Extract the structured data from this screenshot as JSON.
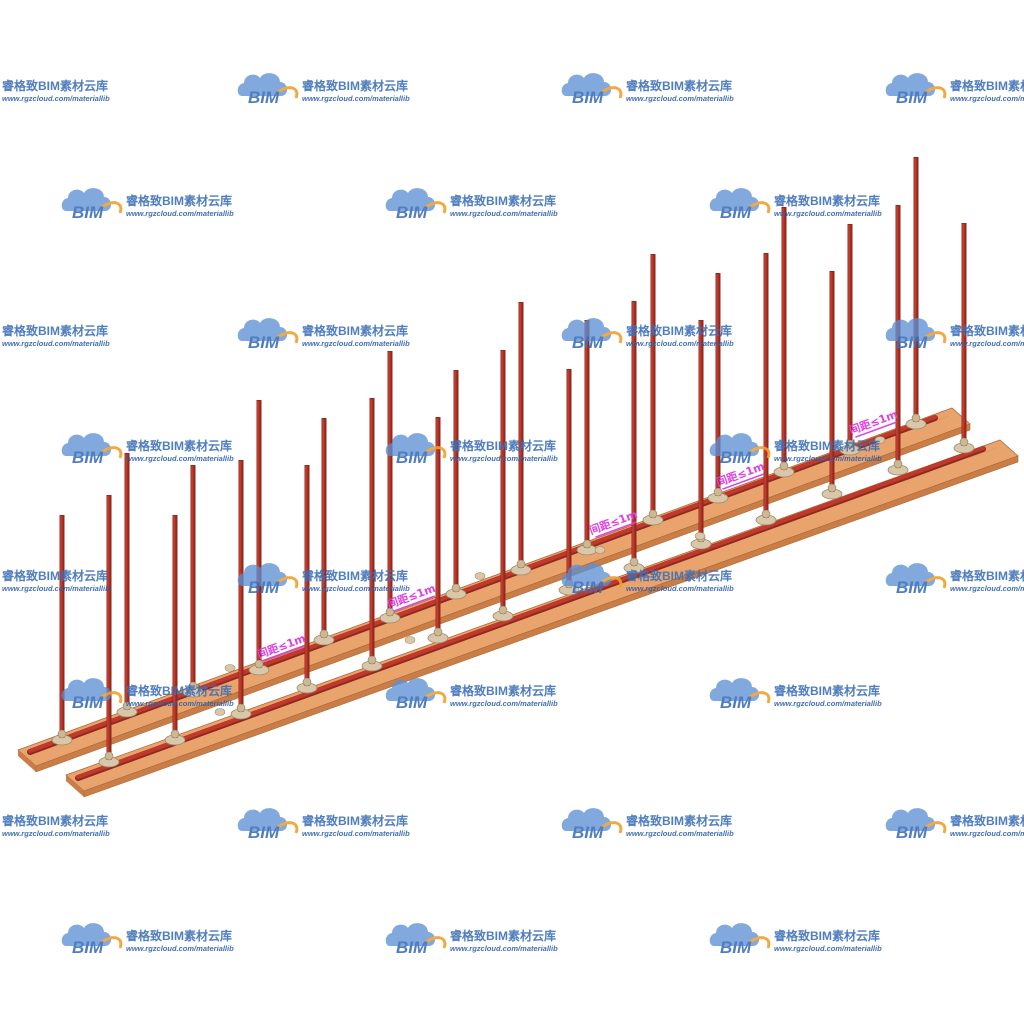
{
  "watermark": {
    "badge": "BIM",
    "brand": "睿格致BIM素材云库",
    "url": "www.rgzcloud.com/materiallib",
    "colors": {
      "cloud": "#5b8fd4",
      "swoosh": "#f0a030",
      "text": "#3d6fb8",
      "url": "#2f5fa8"
    }
  },
  "annotations": {
    "spacing_label": "间距≤1m",
    "color": "#e040e0"
  },
  "colors": {
    "board_top": "#e9a46e",
    "board_side": "#c97d47",
    "board_edge": "#b06a38",
    "rebar": "#c0392b",
    "rebar_dark": "#8e2a20",
    "rod": "#a93226",
    "clamp": "#d8c7a8"
  }
}
